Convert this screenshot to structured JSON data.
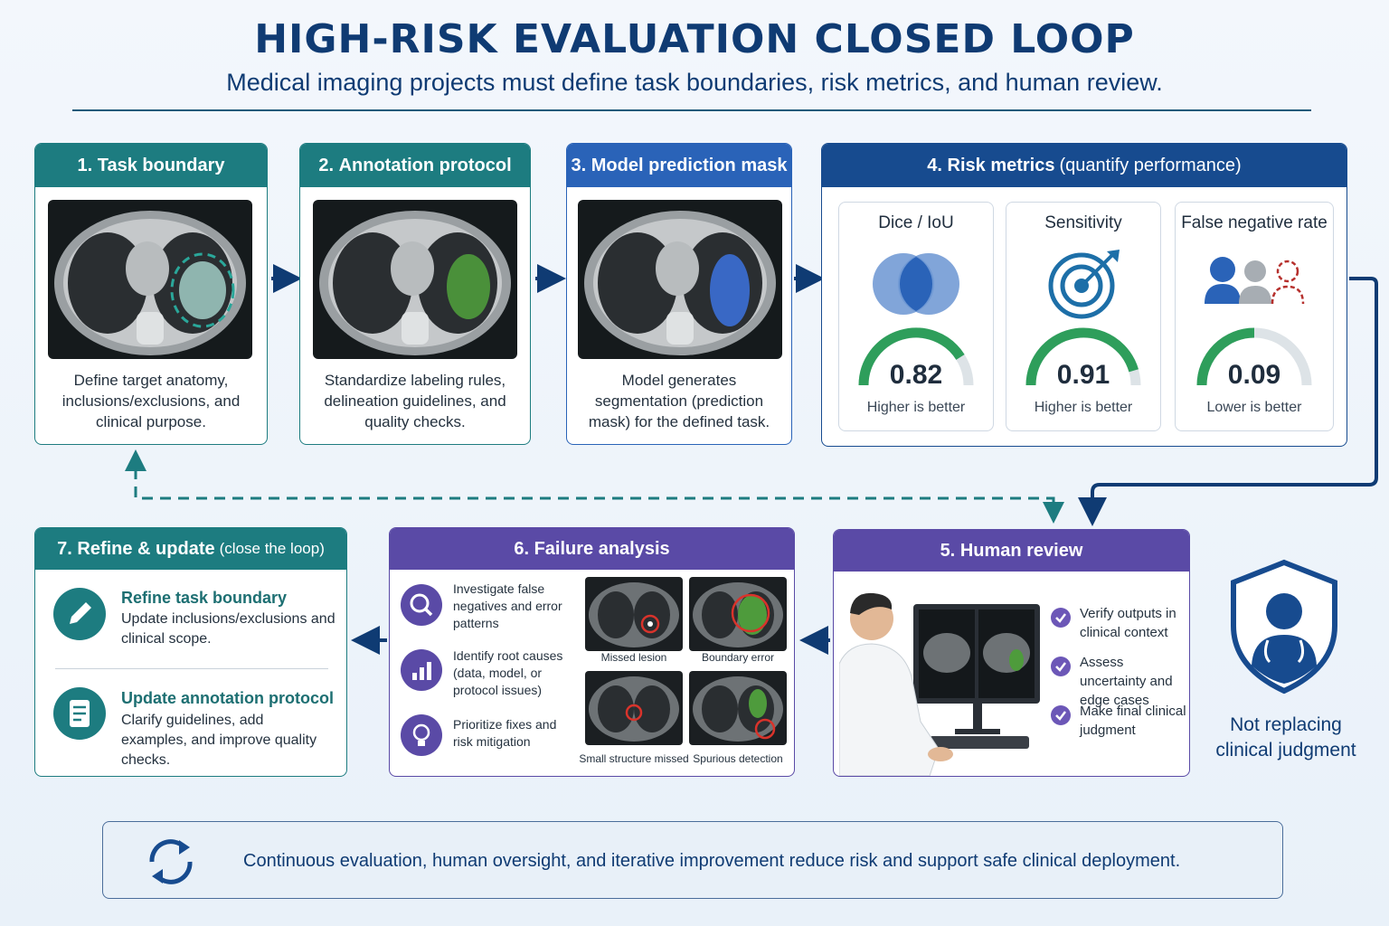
{
  "title": "HIGH-RISK EVALUATION CLOSED LOOP",
  "subtitle": "Medical imaging projects must define task boundaries, risk metrics, and human review.",
  "steps": {
    "s1": {
      "num": "1.",
      "title": "Task boundary",
      "desc": "Define target anatomy, inclusions/exclusions, and clinical purpose."
    },
    "s2": {
      "num": "2.",
      "title": "Annotation protocol",
      "desc": "Standardize labeling rules, delineation guidelines, and quality checks."
    },
    "s3": {
      "num": "3.",
      "title": "Model prediction mask",
      "desc": "Model generates segmentation (prediction mask) for the defined task."
    },
    "s4": {
      "num": "4.",
      "title": "Risk metrics",
      "subtitle": "(quantify performance)"
    },
    "s5": {
      "num": "5.",
      "title": "Human review"
    },
    "s6": {
      "num": "6.",
      "title": "Failure analysis"
    },
    "s7": {
      "num": "7.",
      "title": "Refine & update",
      "subtitle": "(close the loop)"
    }
  },
  "metrics": [
    {
      "name": "Dice / IoU",
      "value": "0.82",
      "fraction": 0.82,
      "note": "Higher is better",
      "icon": "venn-icon"
    },
    {
      "name": "Sensitivity",
      "value": "0.91",
      "fraction": 0.91,
      "note": "Higher is better",
      "icon": "target-icon"
    },
    {
      "name": "False negative rate",
      "value": "0.09",
      "fraction": 0.09,
      "note": "Lower is better",
      "icon": "people-icon"
    }
  ],
  "review_checks": [
    "Verify outputs in clinical context",
    "Assess uncertainty and edge cases",
    "Make final clinical judgment"
  ],
  "failure_items": [
    "Investigate false negatives and error patterns",
    "Identify root causes (data, model, or protocol issues)",
    "Prioritize fixes and risk mitigation"
  ],
  "failure_cases": [
    "Missed lesion",
    "Boundary error",
    "Small structure missed",
    "Spurious detection"
  ],
  "refine_items": [
    {
      "title": "Refine task boundary",
      "text": "Update inclusions/exclusions and clinical scope."
    },
    {
      "title": "Update annotation protocol",
      "text": "Clarify guidelines, add examples, and improve quality checks."
    }
  ],
  "shield_label": "Not replacing clinical judgment",
  "footer": "Continuous evaluation, human oversight, and iterative improvement reduce risk and support safe clinical deployment.",
  "colors": {
    "teal": "#1d7c80",
    "blue": "#2a63b8",
    "navy": "#174b8f",
    "purple": "#5a4aa6",
    "gauge": "#2e9e5b"
  }
}
